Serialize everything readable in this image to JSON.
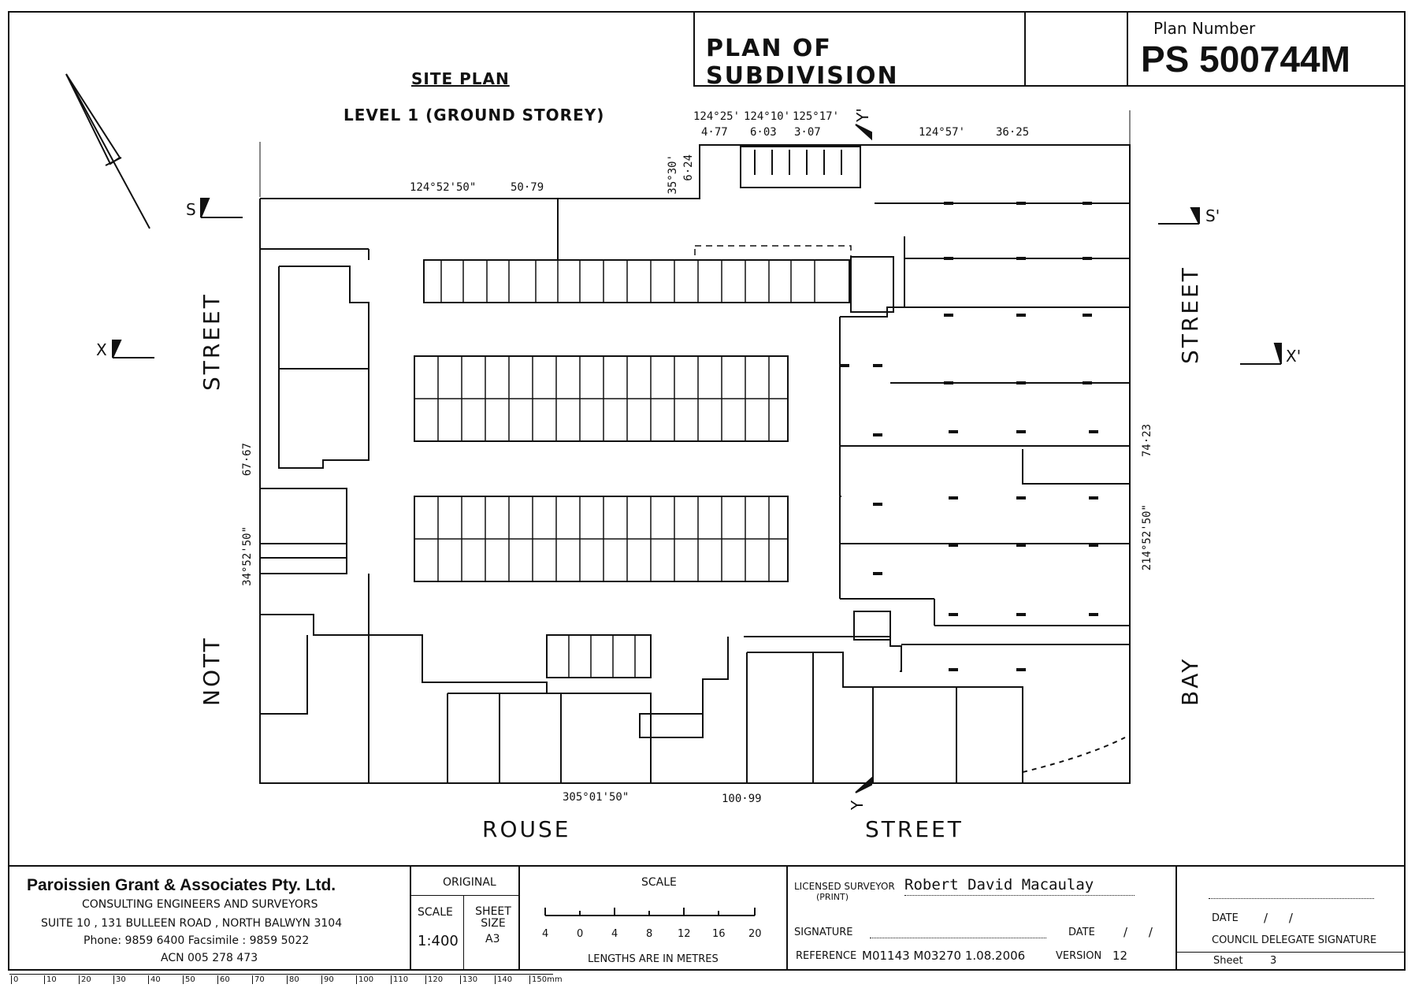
{
  "title_block": {
    "plan_title": "PLAN OF SUBDIVISION",
    "plan_number_label": "Plan Number",
    "plan_number": "PS 500744M"
  },
  "drawing": {
    "site_plan_heading": "SITE PLAN",
    "level_heading": "LEVEL 1 (GROUND STOREY)",
    "streets": {
      "left_top": "STREET",
      "left_bottom": "NOTT",
      "right_top": "STREET",
      "right_bottom": "BAY",
      "bottom_left": "ROUSE",
      "bottom_right": "STREET"
    },
    "section_markers": {
      "s": "S",
      "s_prime": "S'",
      "x": "X",
      "x_prime": "X'",
      "y": "Y",
      "y_prime": "Y'"
    },
    "dimensions": {
      "top_bearing_1": "124°52'50\"",
      "top_length_1": "50·79",
      "notch_bearing": "35°30'",
      "notch_length": "6·24",
      "bearing_a": "124°25'",
      "length_a": "4·77",
      "bearing_b": "124°10'",
      "length_b": "6·03",
      "bearing_c": "125°17'",
      "length_c": "3·07",
      "bearing_d": "124°57'",
      "length_d": "36·25",
      "left_length": "67·67",
      "left_bearing": "34°52'50\"",
      "right_length": "74·23",
      "right_bearing": "214°52'50\"",
      "bottom_bearing": "305°01'50\"",
      "bottom_length": "100·99"
    }
  },
  "footer": {
    "company": "Paroissien Grant & Associates Pty. Ltd.",
    "company_sub": "CONSULTING ENGINEERS AND SURVEYORS",
    "address": "SUITE 10 , 131 BULLEEN ROAD , NORTH BALWYN 3104",
    "phone": "Phone: 9859 6400 Facsimile : 9859 5022",
    "acn": "ACN 005 278 473",
    "original_label": "ORIGINAL",
    "scale_label": "SCALE",
    "scale_value": "1:400",
    "sheet_size_label": "SHEET SIZE",
    "sheet_size_value": "A3",
    "scale_heading": "SCALE",
    "scale_ticks": [
      "4",
      "0",
      "4",
      "8",
      "12",
      "16",
      "20"
    ],
    "scale_units": "LENGTHS ARE IN METRES",
    "licensed_surveyor_label": "LICENSED SURVEYOR",
    "print_label": "(PRINT)",
    "surveyor_name": "Robert David Macaulay",
    "signature_label": "SIGNATURE",
    "date_label": "DATE",
    "date_value": "/ /",
    "reference_label": "REFERENCE",
    "reference_value": "M01143 M03270 1.08.2006",
    "version_label": "VERSION",
    "version_value": "12",
    "council_date_label": "DATE",
    "council_date_value": "/ /",
    "council_label": "COUNCIL DELEGATE SIGNATURE",
    "sheet_label": "Sheet",
    "sheet_value": "3"
  },
  "ruler": {
    "ticks": [
      "0",
      "10",
      "20",
      "30",
      "40",
      "50",
      "60",
      "70",
      "80",
      "90",
      "100",
      "110",
      "120",
      "130",
      "140",
      "150mm"
    ]
  }
}
